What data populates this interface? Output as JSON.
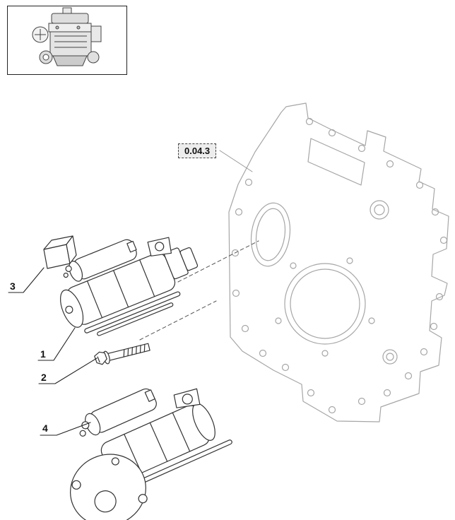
{
  "colors": {
    "housing_line": "#a6a6a6",
    "part_line": "#333333",
    "label_text": "#111111"
  },
  "diagram": {
    "section_ref": "0.04.3",
    "callouts": [
      {
        "label": "3"
      },
      {
        "label": "1"
      },
      {
        "label": "2"
      },
      {
        "label": "4"
      }
    ]
  }
}
